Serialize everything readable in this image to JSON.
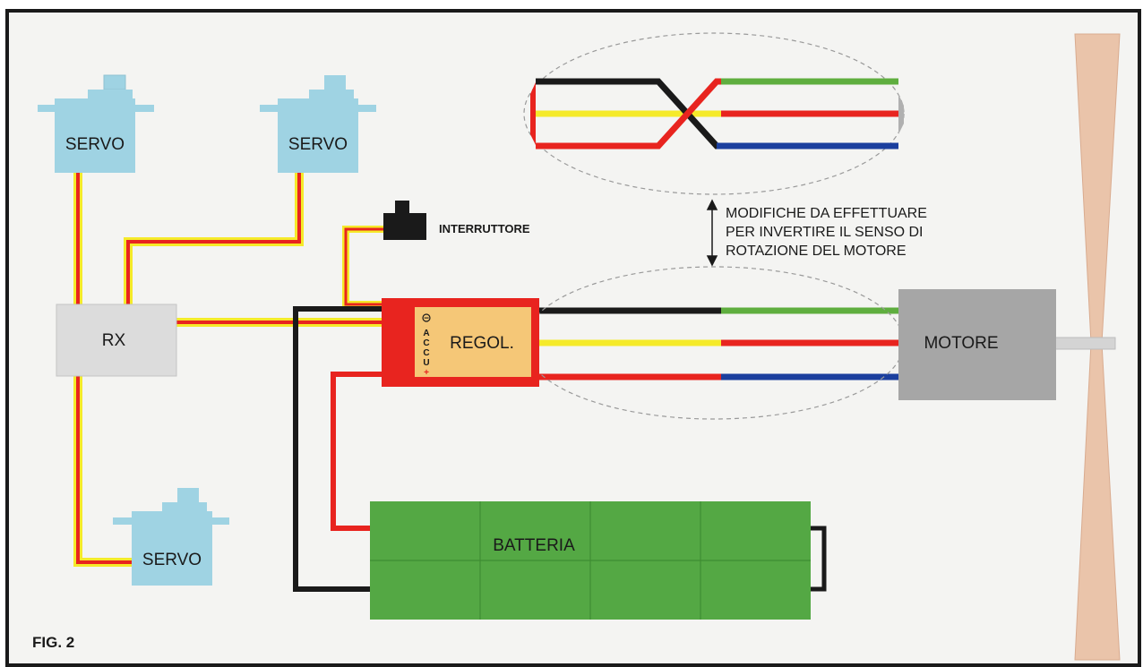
{
  "figure": {
    "caption": "FIG. 2",
    "servos": [
      "SERVO",
      "SERVO",
      "SERVO"
    ],
    "receiver_label": "RX",
    "switch_label": "INTERRUTTORE",
    "esc_label": "REGOL.",
    "esc_battery_marks": {
      "minus": "−",
      "accu": "ACCU",
      "plus": "+"
    },
    "battery_label": "BATTERIA",
    "motor_label": "MOTORE",
    "note_lines": [
      "MODIFICHE DA EFFETTUARE",
      "PER INVERTIRE IL SENSO DI",
      "ROTAZIONE DEL MOTORE"
    ]
  },
  "colors": {
    "background": "#f4f4f2",
    "frame": "#1a1a1a",
    "servo": "#9fd3e3",
    "receiver": "#dcdcdc",
    "esc_body": "#e8241f",
    "esc_label_panel": "#f5c777",
    "battery": "#54a844",
    "motor": "#a6a6a6",
    "propeller": "#eac4aa",
    "wire_red": "#e8241f",
    "wire_yellow": "#f5ea2a",
    "wire_black": "#1a1a1a",
    "wire_green": "#5fae3f",
    "wire_blue": "#1b3f9e"
  }
}
